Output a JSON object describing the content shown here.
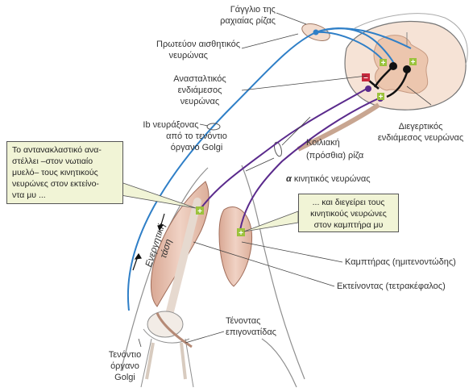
{
  "labels": {
    "ganglion": [
      "Γάγγλιο της",
      "ραχιαίας ρίζας"
    ],
    "primary_sensory": [
      "Πρωτεύον αισθητικός",
      "νευρώνας"
    ],
    "inhibitory_interneuron": [
      "Ανασταλτικός",
      "ενδιάμεσος",
      "νευρώνας"
    ],
    "ib_axon": [
      "Ib νευράξονας",
      "από το τενόντιο",
      "όργανο Golgi"
    ],
    "ventral_root": [
      "Κοιλιακή",
      "(πρόσθια) ρίζα"
    ],
    "excitatory_interneuron": [
      "Διεγερτικός",
      "ενδιάμεσος νευρώνας"
    ],
    "alpha_prefix": "α",
    "alpha_motor": " κινητικός νευρώνας",
    "active_tension": [
      "Ενεργητική",
      "τάση"
    ],
    "flexor": "Καμπτήρας (ημιτενοντώδης)",
    "extensor": "Εκτείνοντας (τετρακέφαλος)",
    "patellar_tendon": [
      "Τένοντας",
      "επιγονατίδας"
    ],
    "golgi_organ": [
      "Τενόντιο",
      "όργανο",
      "Golgi"
    ]
  },
  "notes": {
    "left": {
      "line1": "Το αντανακλαστικό ανα-",
      "line2": "στέλλει –στον νωτιαίο",
      "line3": "μυελό– τους κινητικούς",
      "line4": "νευρώνες στον εκτείνο-",
      "line5": "ντα μυ ..."
    },
    "right": {
      "line1": "... και διεγείρει τους",
      "line2": "κινητικούς νευρώνες",
      "line3": "στον καμπτήρα μυ"
    }
  },
  "synapse_signs": {
    "excitatory": "+",
    "inhibitory": "–"
  },
  "colors": {
    "sensory_fiber": "#2f7fc7",
    "motor_fiber": "#5a2a8c",
    "muscle": "#e8c5b5",
    "cord": "#f6e3d6",
    "excitatory": "#9bc23c",
    "inhibitory": "#c8283c"
  }
}
